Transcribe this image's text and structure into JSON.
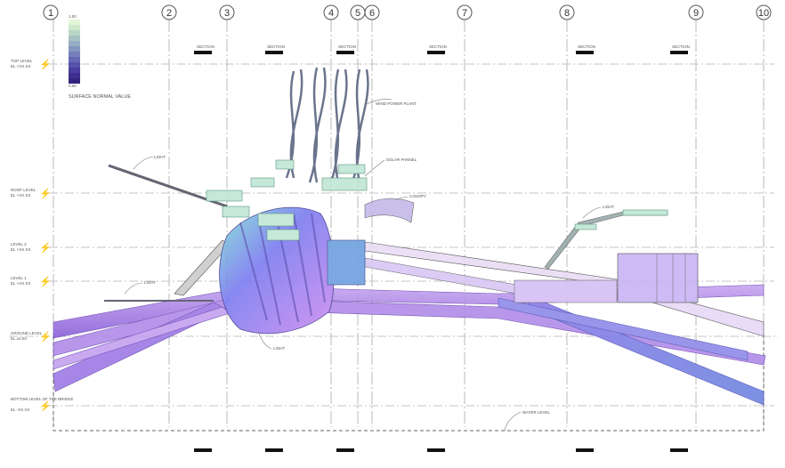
{
  "grid_axes": [
    "1",
    "2",
    "3",
    "4",
    "5",
    "6",
    "7",
    "8",
    "9",
    "10"
  ],
  "levels": [
    {
      "name": "TOP LEVEL",
      "elevation": "EL +XX.XX"
    },
    {
      "name": "ROOF LEVEL",
      "elevation": "EL +XX.XX"
    },
    {
      "name": "LEVEL 2",
      "elevation": "EL +XX.XX"
    },
    {
      "name": "LEVEL 1",
      "elevation": "EL +XX.XX"
    },
    {
      "name": "GROUND LEVEL",
      "elevation": "EL ±0.00"
    },
    {
      "name": "BOTTOM LEVEL OF THE BRIDGE",
      "elevation": "EL -XX.XX"
    }
  ],
  "legend": {
    "title": "SURFACE NORMAL VALUE",
    "max_label": "1.00",
    "min_label": "0.00",
    "colors": [
      "#e3f5d8",
      "#cfe8cc",
      "#b9d6c6",
      "#a6c2c4",
      "#95aec2",
      "#8596bf",
      "#757fba",
      "#6668b3",
      "#5752aa",
      "#4a3f9e",
      "#3d2f8f",
      "#33247d"
    ]
  },
  "annotations": {
    "wind": "WIND POWER PLANT",
    "solar": "SOLAR PANNEL",
    "canopy": "CANOPY",
    "light_1": "LIGHT",
    "light_2": "LIGHT",
    "light_3": "LIGHT",
    "light_4": "LIGHT",
    "water": "WATER LEVEL"
  },
  "section_marks": [
    "SECTION",
    "SECTION",
    "SECTION",
    "SECTION",
    "SECTION",
    "SECTION"
  ]
}
